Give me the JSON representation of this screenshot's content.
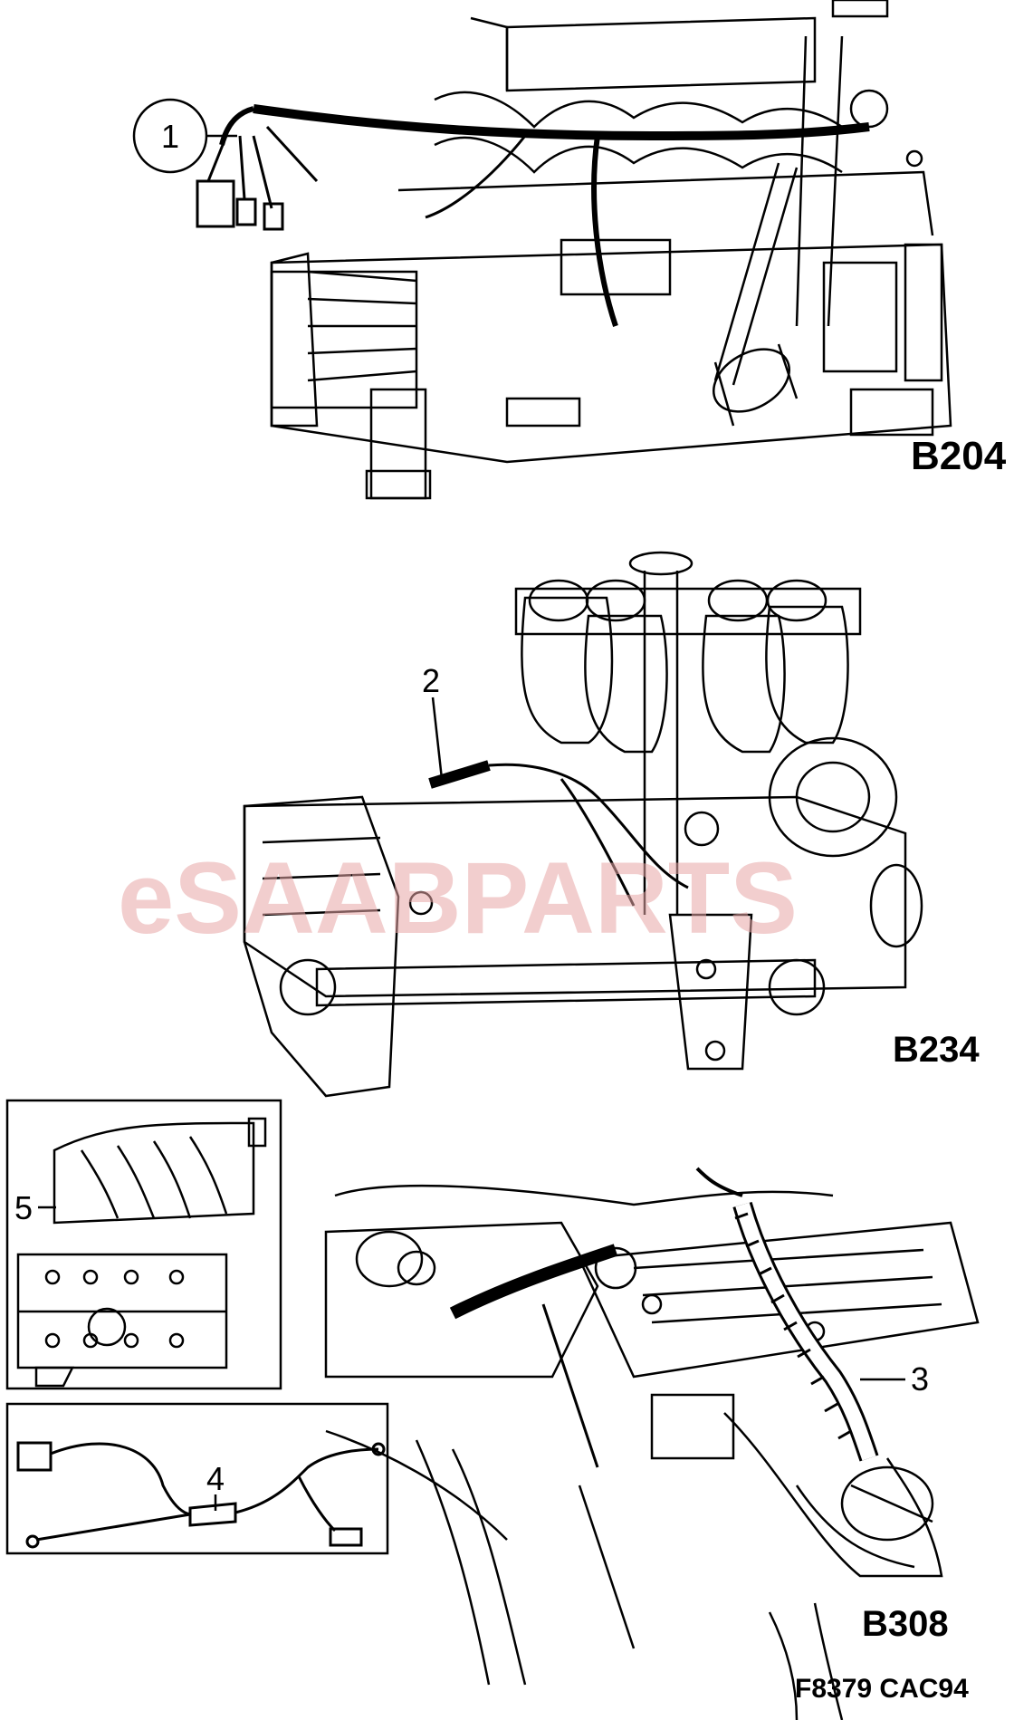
{
  "watermark": "eSAABPARTS",
  "engines": {
    "b204": "B204",
    "b234": "B234",
    "b308": "B308"
  },
  "callouts": {
    "c1": "1",
    "c2": "2",
    "c3": "3",
    "c4": "4",
    "c5": "5"
  },
  "figure_code": "F8379 CAC94",
  "colors": {
    "line": "#000000",
    "watermark": "#e8a7a7",
    "background": "#ffffff"
  }
}
